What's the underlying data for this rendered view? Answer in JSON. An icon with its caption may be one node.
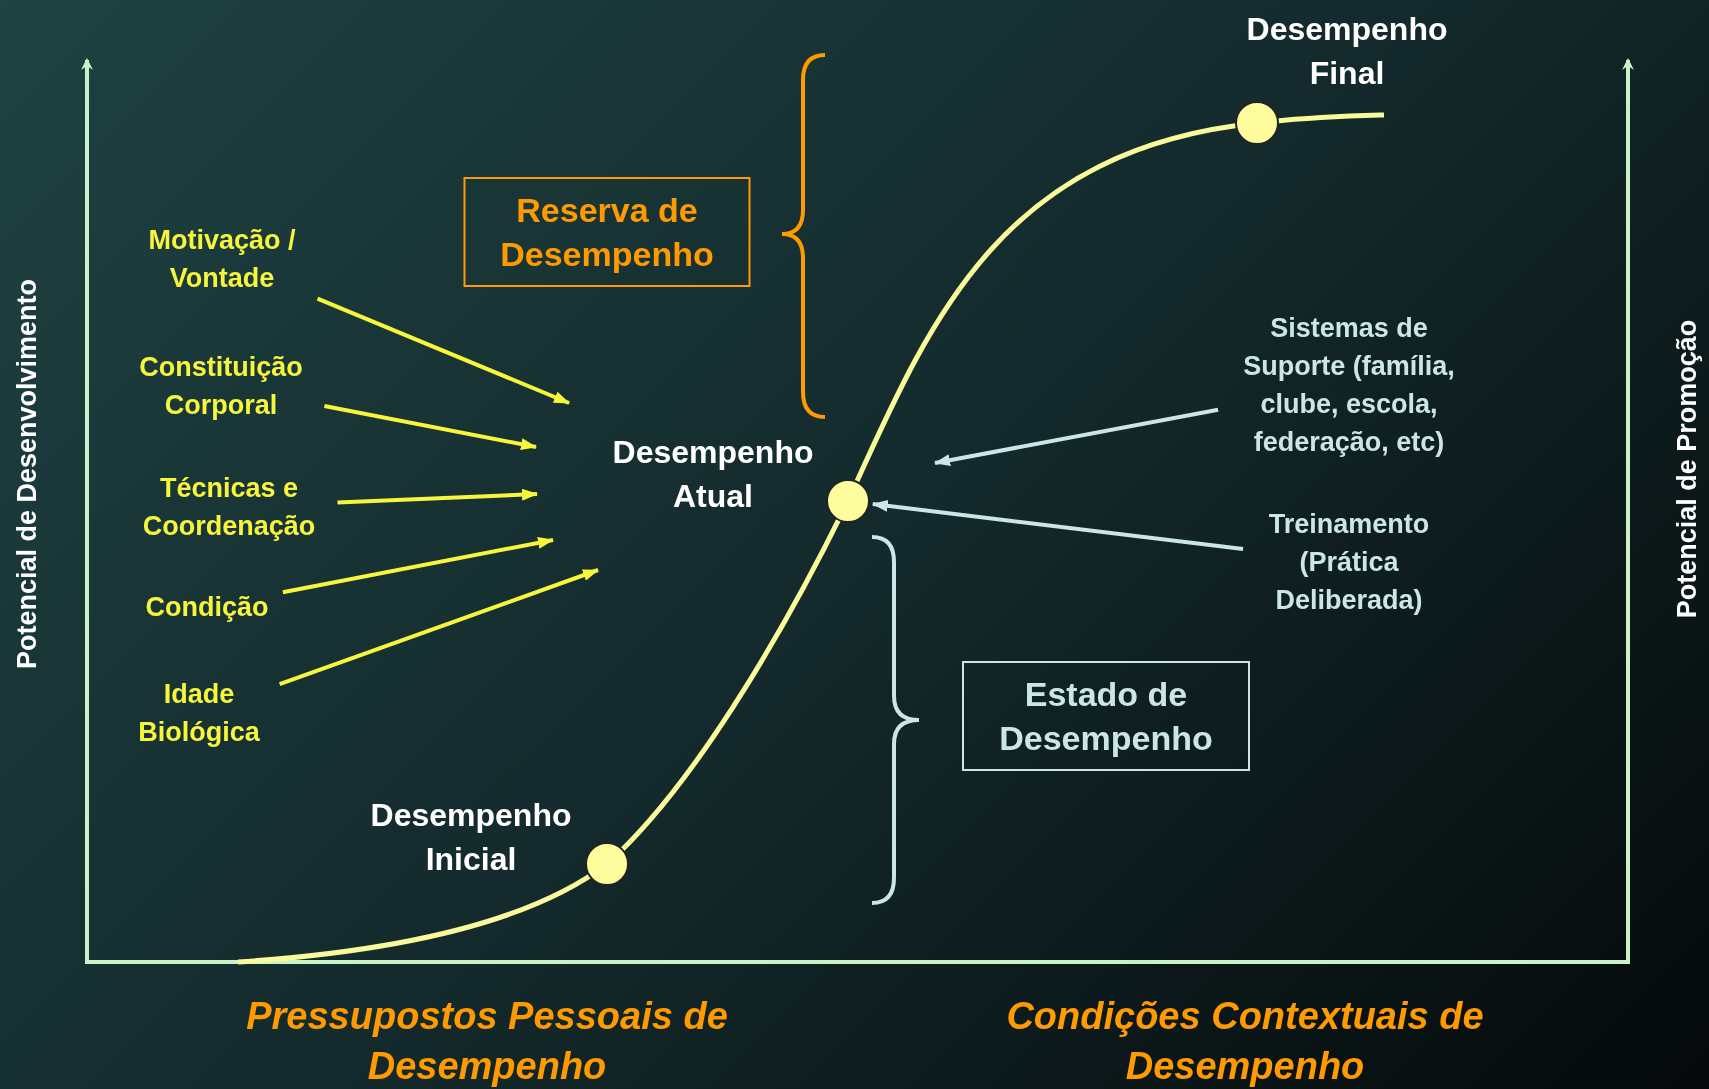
{
  "diagram": {
    "nodes": [
      {
        "text": [
          "Motivação / Vontade"
        ]
      },
      {
        "text": [
          "Constituição Corporal"
        ]
      },
      {
        "text": [
          "Técnicas e Coordenação"
        ]
      },
      {
        "text": [
          "Condição"
        ]
      },
      {
        "text": [
          "Idade Biológica"
        ]
      },
      {
        "text": [
          "Reserva de Desempenho"
        ]
      },
      {
        "text": [],
        "shape": "circle",
        "beside": [
          "Desempenho Final"
        ]
      },
      {
        "text": [],
        "shape": "circle",
        "beside": [
          "Desempenho Atual"
        ]
      },
      {
        "text": [],
        "shape": "circle",
        "beside": [
          "Desempenho Inicial"
        ]
      },
      {
        "text": [
          "Sistemas de Suporte (família, clube, escola, federação, etc)"
        ]
      },
      {
        "text": [
          "Treinamento (Prática Deliberada)"
        ]
      },
      {
        "text": [
          "Estado de Desempenho"
        ]
      }
    ],
    "edges": [
      {
        "from": 0,
        "to": null,
        "arrow": "to"
      },
      {
        "from": 1,
        "to": null,
        "arrow": "to"
      },
      {
        "from": 2,
        "to": null,
        "arrow": "to"
      },
      {
        "from": 3,
        "to": null,
        "arrow": "to"
      },
      {
        "from": 4,
        "to": null,
        "arrow": "to"
      },
      {
        "from": 9,
        "to": null,
        "arrow": "to",
        "color": "#cce6e8"
      },
      {
        "from": 10,
        "to": 7,
        "arrow": "to",
        "color": "#cce6e8"
      }
    ],
    "labels": [
      "Potencial de Desenvolvimento",
      "Potencial de Promoção",
      "Pressupostos Pessoais de Desempenho",
      "Condições Contextuais de Desempenho"
    ]
  }
}
